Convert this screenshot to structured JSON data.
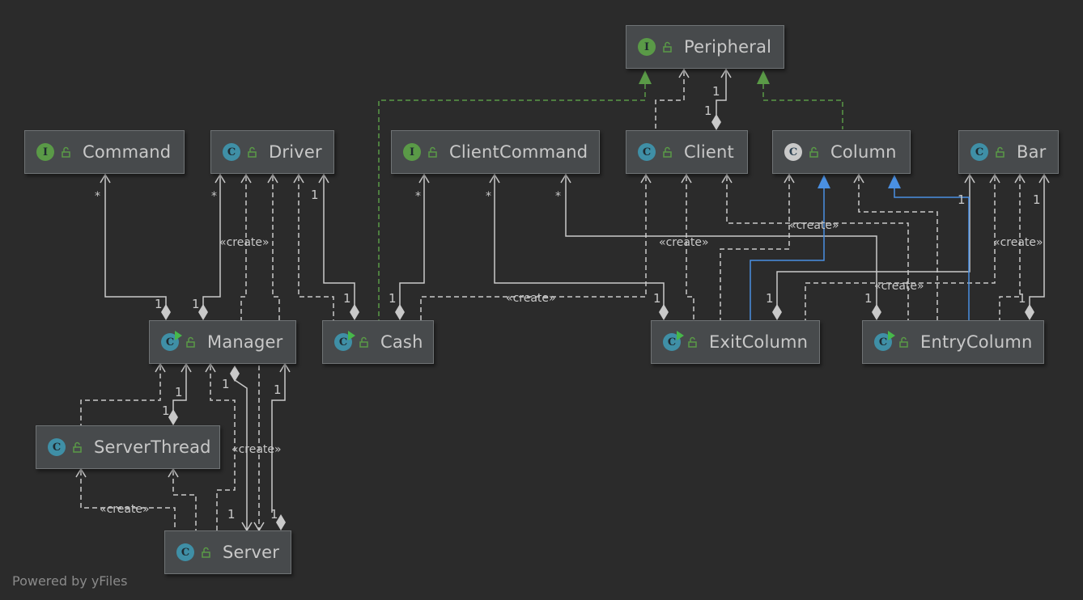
{
  "footer": {
    "powered_by": "Powered by yFiles"
  },
  "nodes": {
    "peripheral": {
      "label": "Peripheral",
      "kind": "interface",
      "badge": "I"
    },
    "command": {
      "label": "Command",
      "kind": "interface",
      "badge": "I"
    },
    "driver": {
      "label": "Driver",
      "kind": "class",
      "badge": "C"
    },
    "client_command": {
      "label": "ClientCommand",
      "kind": "interface",
      "badge": "I"
    },
    "client": {
      "label": "Client",
      "kind": "class",
      "badge": "C"
    },
    "column": {
      "label": "Column",
      "kind": "abstract-class",
      "badge": "C"
    },
    "bar": {
      "label": "Bar",
      "kind": "class",
      "badge": "C"
    },
    "manager": {
      "label": "Manager",
      "kind": "runnable-class",
      "badge": "C"
    },
    "cash": {
      "label": "Cash",
      "kind": "runnable-class",
      "badge": "C"
    },
    "exit_column": {
      "label": "ExitColumn",
      "kind": "runnable-class",
      "badge": "C"
    },
    "entry_column": {
      "label": "EntryColumn",
      "kind": "runnable-class",
      "badge": "C"
    },
    "server_thread": {
      "label": "ServerThread",
      "kind": "class",
      "badge": "C"
    },
    "server": {
      "label": "Server",
      "kind": "class",
      "badge": "C"
    }
  },
  "edge_labels": {
    "create": "«create»",
    "one": "1",
    "many": "*"
  },
  "colors": {
    "background": "#2b2b2b",
    "node_fill": "#474a4c",
    "edge": "#c9c9c9",
    "implements": "#5a9a47",
    "extends": "#4a90e2",
    "class_badge": "#3f8fa6",
    "interface_badge": "#5a9a47"
  }
}
